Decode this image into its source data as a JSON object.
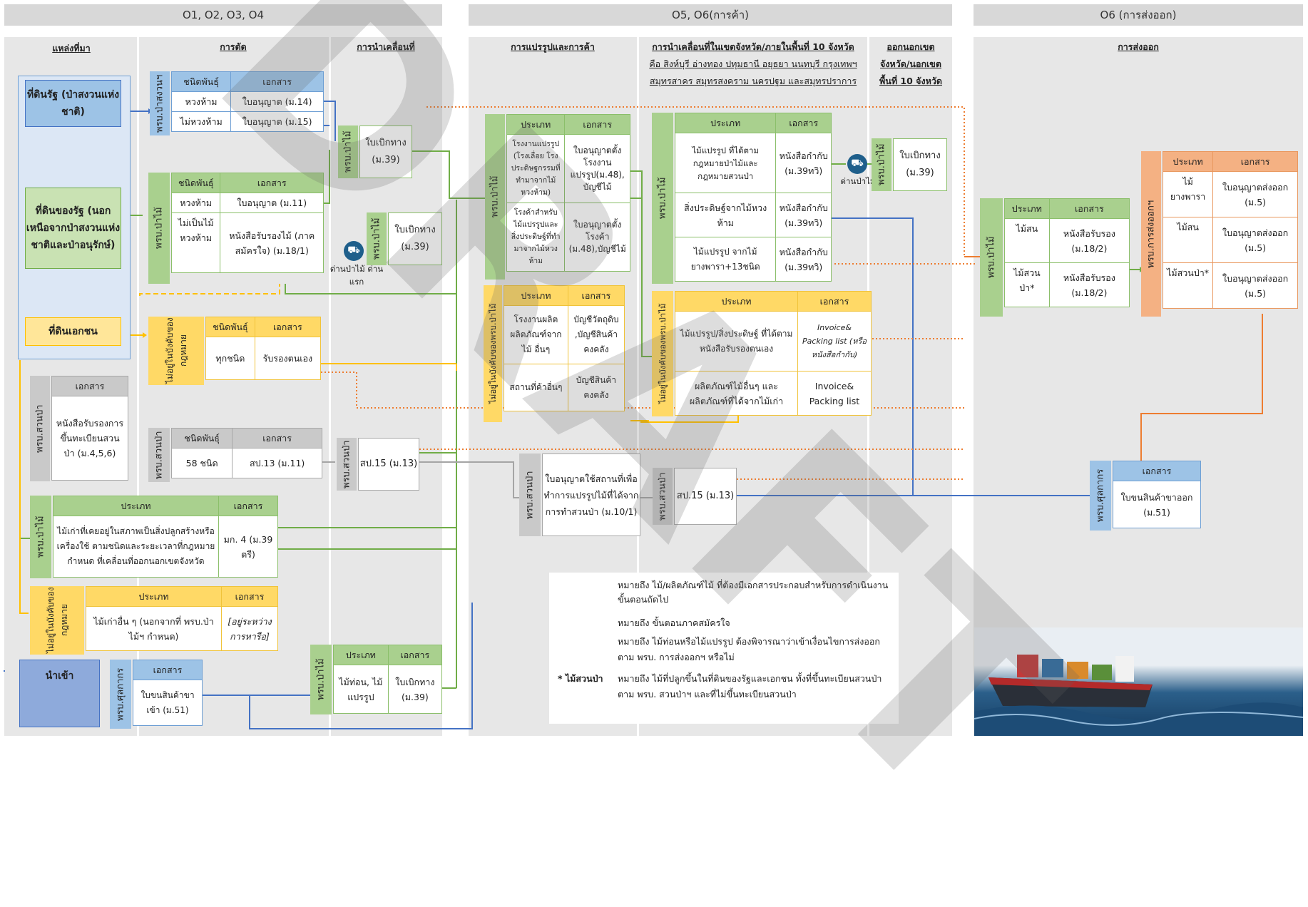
{
  "header": {
    "o1": "O1, O2, O3, O4",
    "o5": "O5, O6(การค้า)",
    "o6": "O6 (การส่งออก)"
  },
  "columns": {
    "source": "แหล่งที่มา",
    "cutting": "การตัด",
    "moving1": "การนำเคลื่อนที่",
    "processing": "การแปรรูปและการค้า",
    "moving10_line1": "การนำเคลื่อนที่ในเขตจังหวัด/ภายในพื้นที่ 10 จังหวัด",
    "moving10_line2": "คือ สิงห์บุรี อ่างทอง ปทุมธานี อยุธยา นนทบุรี กรุงเทพฯ",
    "moving10_line3": "สมุทรสาคร สมุทรสงคราม นครปฐม และสมุทรปราการ",
    "outside_line1": "ออกนอกเขต",
    "outside_line2": "จังหวัด/นอกเขต",
    "outside_line3": "พื้นที่ 10 จังหวัด",
    "export": "การส่งออก"
  },
  "sources": {
    "state_park": "ที่ดินรัฐ (ป่าสงวนแห่งชาติ)",
    "state_other": "ที่ดินของรัฐ (นอกเหนือจากป่าสงวนแห่งชาติและป่าอนุรักษ์)",
    "private": "ที่ดินเอกชน",
    "import": "นำเข้า"
  },
  "laws": {
    "forest_reserve": "พรบ.ป่าสงวนฯ",
    "forest": "พรบ.ป่าไม้",
    "plantation": "พรบ.สวนป่า",
    "not_law": "ไม่อยู่ในบังคับของกฎหมาย",
    "not_law_forest": "ไม่อยู่ในบังคับของพรบ.ป่าไม้",
    "customs": "พรบ.ศุลกากร",
    "export_law": "พรบ.การส่งออกฯ"
  },
  "labels": {
    "species": "ชนิดพันธุ์",
    "document": "เอกสาร",
    "type": "ประเภท",
    "checkpoint_first": "ด่านป่าไม้ ด่านแรก",
    "checkpoint": "ด่านป่าไม้"
  },
  "t_park": {
    "r1": [
      "หวงห้าม",
      "ใบอนุญาต (ม.14)"
    ],
    "r2": [
      "ไม่หวงห้าม",
      "ใบอนุญาต (ม.15)"
    ]
  },
  "t_state": {
    "r1": [
      "หวงห้าม",
      "ใบอนุญาต (ม.11)"
    ],
    "r2": [
      "ไม่เป็นไม้หวงห้าม",
      "หนังสือรับรองไม้ (ภาคสมัครใจ) (ม.18/1)"
    ]
  },
  "t_private": {
    "r1": [
      "ทุกชนิด",
      "รับรองตนเอง"
    ]
  },
  "t_plant_reg": {
    "r1": "หนังสือรับรองการขึ้นทะเบียนสวนป่า (ม.4,5,6)"
  },
  "t_plant58": {
    "r1": [
      "58 ชนิด",
      "สป.13 (ม.11)"
    ]
  },
  "t_oldwood": {
    "r1": [
      "ไม้เก่าที่เคยอยู่ในสภาพเป็นสิ่งปลูกสร้างหรือเครื่องใช้ ตามชนิดและระยะเวลาที่กฎหมายกำหนด ที่เคลื่อนที่ออกนอกเขตจังหวัด",
      "มก. 4 (ม.39 ตรี)"
    ]
  },
  "t_otherold": {
    "r1": [
      "ไม้เก่าอื่น ๆ (นอกจากที่ พรบ.ป่าไม้ฯ กำหนด)",
      "[อยู่ระหว่างการหารือ]"
    ]
  },
  "t_import": {
    "r1": "ใบขนสินค้าขาเข้า (ม.51)"
  },
  "t_importlog": {
    "r1": [
      "ไม้ท่อน, ไม้แปรรูป",
      "ใบเบิกทาง (ม.39)"
    ]
  },
  "permits": {
    "bb1": "ใบเบิกทาง (ม.39)",
    "bb2": "ใบเบิกทาง (ม.39)",
    "sp15a": "สป.15 (ม.13)",
    "sp15b": "สป.15 (ม.13)",
    "bb3": "ใบเบิกทาง (ม.39)",
    "plant_permit": "ใบอนุญาตใช้สถานที่เพื่อทำการแปรรูปไม้ที่ได้จากการทำสวนป่า (ม.10/1)"
  },
  "t_proc": {
    "r1": [
      "โรงงานแปรรูป (โรงเลื่อย โรงประดิษฐกรรมที่ทำมาจากไม้หวงห้าม)",
      "ใบอนุญาตตั้งโรงงานแปรรูป(ม.48), บัญชีไม้"
    ],
    "r2": [
      "โรงค้าสำหรับไม้แปรรูปและสิ่งประดิษฐ์ที่ทำมาจากไม้หวงห้าม",
      "ใบอนุญาตตั้งโรงค้า (ม.48),บัญชีไม้"
    ]
  },
  "t_proc2": {
    "r1": [
      "โรงงานผลิตผลิตภัณฑ์จากไม้ อื่นๆ",
      "บัญชีวัตถุดิบ ,บัญชีสินค้าคงคลัง"
    ],
    "r2": [
      "สถานที่ค้าอื่นๆ",
      "บัญชีสินค้าคงคลัง"
    ]
  },
  "t_move": {
    "r1": [
      "ไม้แปรรูป ที่ได้ตามกฎหมายป่าไม้และกฎหมายสวนป่า",
      "หนังสือกำกับ (ม.39ทวิ)"
    ],
    "r2": [
      "สิ่งประดิษฐ์จากไม้หวงห้าม",
      "หนังสือกำกับ (ม.39ทวิ)"
    ],
    "r3": [
      "ไม้แปรรูป จากไม้ยางพารา+13ชนิด",
      "หนังสือกำกับ (ม.39ทวิ)"
    ]
  },
  "t_move2": {
    "r1": [
      "ไม้แปรรูป/สิ่งประดิษฐ์ ที่ได้ตามหนังสือรับรองตนเอง",
      "Invoice& Packing list (หรือหนังสือกำกับ)"
    ],
    "r2": [
      "ผลิตภัณฑ์ไม้อื่นๆ และผลิตภัณฑ์ที่ได้จากไม้เก่า",
      "Invoice& Packing list"
    ]
  },
  "t_exp1": {
    "r1": [
      "ไม้สน",
      "หนังสือรับรอง (ม.18/2)"
    ],
    "r2": [
      "ไม้สวนป่า*",
      "หนังสือรับรอง (ม.18/2)"
    ]
  },
  "t_exp2": {
    "r1": [
      "ไม้ยางพารา",
      "ใบอนุญาตส่งออก (ม.5)"
    ],
    "r2": [
      "ไม้สน",
      "ใบอนุญาตส่งออก (ม.5)"
    ],
    "r3": [
      "ไม้สวนป่า*",
      "ใบอนุญาตส่งออก (ม.5)"
    ]
  },
  "t_exp3": {
    "r1": "ใบขนสินค้าขาออก (ม.51)"
  },
  "legend": {
    "solid": "หมายถึง ไม้/ผลิตภัณฑ์ไม้ ที่ต้องมีเอกสารประกอบสำหรับการดำเนินงานขั้นตอนถัดไป",
    "dashed": "หมายถึง ขั้นตอนภาคสมัครใจ",
    "dotted": "หมายถึง ไม้ท่อนหรือไม้แปรรูป ต้องพิจารณาว่าเข้าเงื่อนไขการส่งออก ตาม พรบ. การส่งออกฯ หรือไม่",
    "star_key": "* ไม้สวนป่า",
    "star": "หมายถึง ไม้ที่ปลูกขึ้นในที่ดินของรัฐและเอกชน ทั้งที่ขึ้นทะเบียนสวนป่า ตาม พรบ. สวนป่าฯ และที่ไม่ขึ้นทะเบียนสวนป่า"
  },
  "watermark": "DRAFT",
  "colors": {
    "green": "#70ad47",
    "blue": "#4472c4",
    "orange": "#ed7d31",
    "yellow": "#ffc000",
    "gray": "#a5a5a5"
  }
}
